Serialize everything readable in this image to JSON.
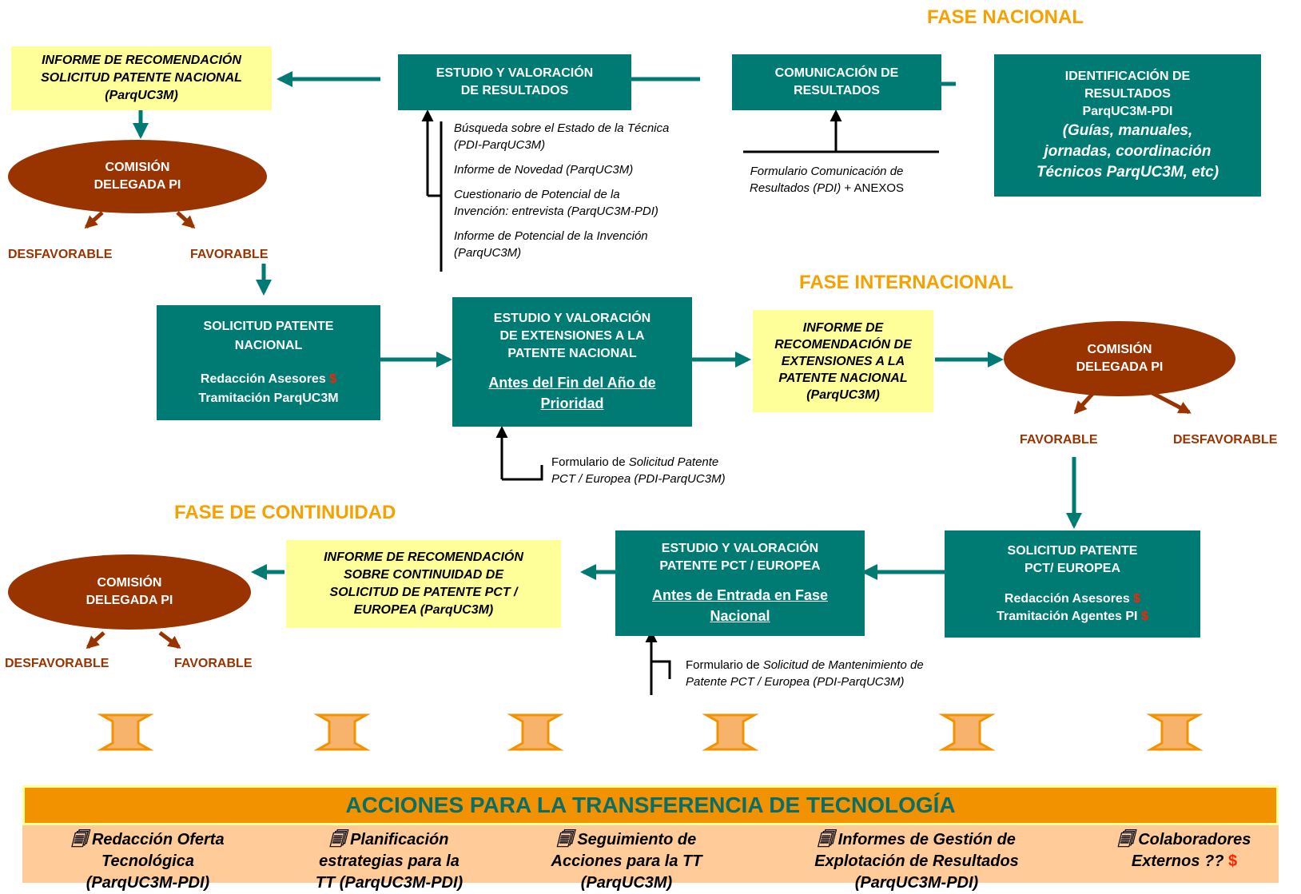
{
  "phases": {
    "nacional": "FASE NACIONAL",
    "internacional": "FASE INTERNACIONAL",
    "continuidad": "FASE DE CONTINUIDAD"
  },
  "national": {
    "identificacion": {
      "l1": "IDENTIFICACIÓN DE",
      "l2": "RESULTADOS",
      "l3": "ParqUC3M-PDI",
      "l4": "(Guías, manuales,",
      "l5": "jornadas, coordinación",
      "l6": "Técnicos ParqUC3M, etc)"
    },
    "comunicacion": {
      "l1": "COMUNICACIÓN DE",
      "l2": "RESULTADOS"
    },
    "comunicacion_note": {
      "l1": "Formulario Comunicación de",
      "l2": "Resultados (PDI)",
      "l2b": " + ANEXOS"
    },
    "estudio": {
      "l1": "ESTUDIO Y VALORACIÓN",
      "l2": "DE RESULTADOS"
    },
    "estudio_notes": {
      "a1": "Búsqueda sobre el Estado de la Técnica",
      "a2": "(PDI-ParqUC3M)",
      "b1": "Informe de Novedad (ParqUC3M)",
      "c1": "Cuestionario de Potencial de la",
      "c2": "Invención: entrevista (ParqUC3M-PDI)",
      "d1": "Informe de Potencial de la Invención",
      "d2": "(ParqUC3M)"
    },
    "informe": {
      "l1": "INFORME DE RECOMENDACIÓN",
      "l2": "SOLICITUD PATENTE NACIONAL",
      "l3": "(ParqUC3M)"
    },
    "comision": {
      "l1": "COMISIÓN",
      "l2": "DELEGADA PI"
    },
    "desfavorable": "DESFAVORABLE",
    "favorable": "FAVORABLE",
    "solicitud": {
      "l1": "SOLICITUD PATENTE",
      "l2": "NACIONAL",
      "l3": "Redacción Asesores",
      "money": "$",
      "l4": "Tramitación ParqUC3M"
    }
  },
  "international": {
    "estudio": {
      "l1": "ESTUDIO Y VALORACIÓN",
      "l2": "DE EXTENSIONES A LA",
      "l3": "PATENTE NACIONAL",
      "u1": "Antes del Fin del Año de",
      "u2": "Prioridad"
    },
    "estudio_note": {
      "pre": "Formulario de ",
      "it1": "Solicitud Patente",
      "l2": "PCT / Europea (PDI-ParqUC3M)"
    },
    "informe": {
      "l1": "INFORME DE",
      "l2": "RECOMENDACIÓN DE",
      "l3": "EXTENSIONES A LA",
      "l4": "PATENTE NACIONAL",
      "l5": "(ParqUC3M)"
    },
    "comision": {
      "l1": "COMISIÓN",
      "l2": "DELEGADA PI"
    },
    "favorable": "FAVORABLE",
    "desfavorable": "DESFAVORABLE",
    "solicitud": {
      "l1": "SOLICITUD PATENTE",
      "l2": "PCT/ EUROPEA",
      "l3": "Redacción Asesores",
      "l4": "Tramitación Agentes PI",
      "money": "$"
    }
  },
  "continuity": {
    "estudio": {
      "l1": "ESTUDIO Y VALORACIÓN",
      "l2": "PATENTE PCT / EUROPEA",
      "u1": "Antes de Entrada en Fase",
      "u2": "Nacional"
    },
    "estudio_note": {
      "pre": "Formulario de ",
      "it1": "Solicitud de Mantenimiento de",
      "l2": "Patente PCT / Europea (PDI-ParqUC3M)"
    },
    "informe": {
      "l1": "INFORME DE RECOMENDACIÓN",
      "l2": "SOBRE CONTINUIDAD DE",
      "l3": "SOLICITUD  DE PATENTE PCT /",
      "l4": "EUROPEA (ParqUC3M)"
    },
    "comision": {
      "l1": "COMISIÓN",
      "l2": "DELEGADA PI"
    },
    "desfavorable": "DESFAVORABLE",
    "favorable": "FAVORABLE"
  },
  "tt": {
    "title": "ACCIONES PARA LA TRANSFERENCIA DE TECNOLOGÍA",
    "icon": "🗐",
    "items": [
      {
        "l1": "Redacción Oferta",
        "l2": "Tecnológica",
        "l3": "(ParqUC3M-PDI)"
      },
      {
        "l1": "Planificación",
        "l2": "estrategias para la",
        "l3": "TT (ParqUC3M-PDI)"
      },
      {
        "l1": "Seguimiento de",
        "l2": "Acciones para la TT",
        "l3": "(ParqUC3M)"
      },
      {
        "l1": "Informes de Gestión de",
        "l2": "Explotación de Resultados",
        "l3": "(ParqUC3M-PDI)"
      },
      {
        "l1": "Colaboradores",
        "l2": "Externos ??",
        "money": "$"
      }
    ]
  },
  "colors": {
    "teal": "#007B74",
    "yellow": "#FFFF99",
    "brown": "#993300",
    "orange": "#F39200",
    "phase_orange": "#F5A100",
    "peach": "#FFCC99"
  }
}
